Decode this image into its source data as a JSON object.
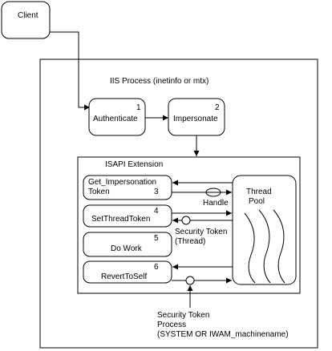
{
  "client": {
    "label": "Client"
  },
  "iis": {
    "title": "IIS Process (inetinfo or mtx)"
  },
  "authenticate": {
    "label": "Authenticate",
    "step": "1"
  },
  "impersonate": {
    "label": "Impersonate",
    "step": "2"
  },
  "isapi": {
    "title": "ISAPI Extension"
  },
  "get_token": {
    "line1": "Get_Impersonation",
    "line2": "Token",
    "step": "3"
  },
  "set_thread": {
    "label": "SetThreadToken",
    "step": "4"
  },
  "do_work": {
    "label": "Do Work",
    "step": "5"
  },
  "revert": {
    "label": "RevertToSelf",
    "step": "6"
  },
  "thread_pool": {
    "line1": "Thread",
    "line2": "Pool"
  },
  "handle": {
    "label": "Handle"
  },
  "security_token_thread": {
    "line1": "Security Token",
    "line2": "(Thread)"
  },
  "security_token_process": {
    "line1": "Security Token",
    "line2": "Process",
    "line3": "(SYSTEM OR IWAM_machinename)"
  }
}
